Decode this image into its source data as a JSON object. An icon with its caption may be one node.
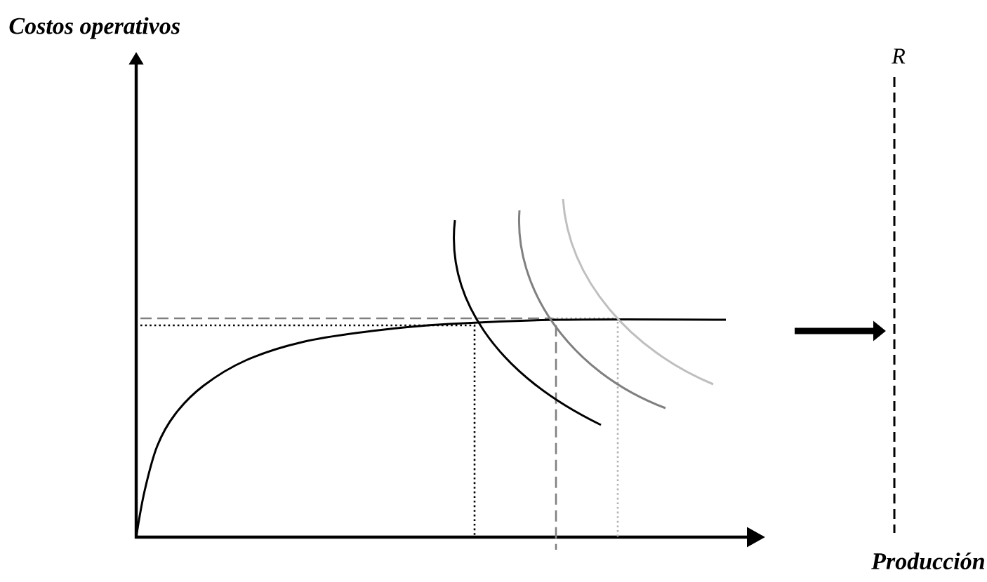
{
  "diagram": {
    "labels": [
      "Costos operativos",
      "Producción",
      "R"
    ]
  }
}
